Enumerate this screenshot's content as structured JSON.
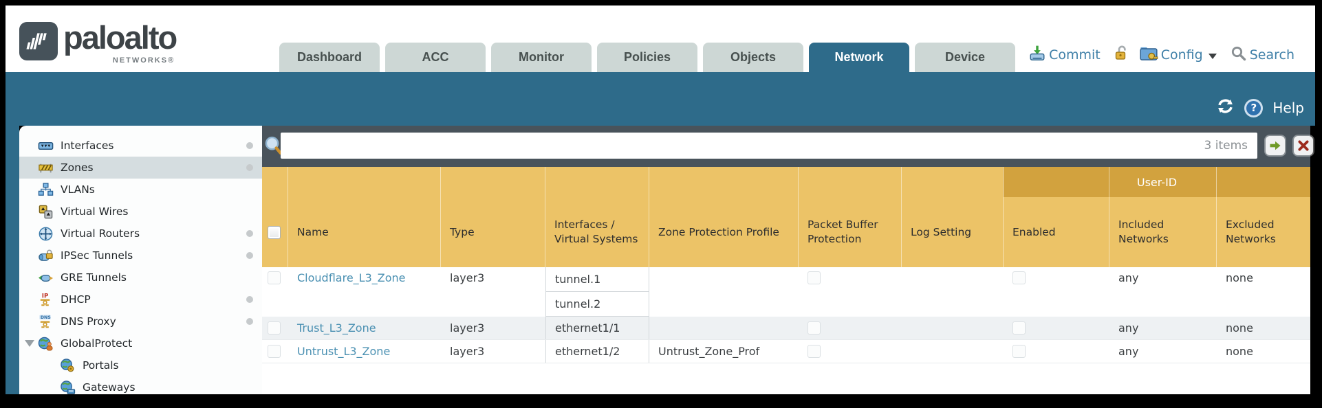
{
  "brand": {
    "name": "paloalto",
    "sub": "NETWORKS®"
  },
  "nav": {
    "tabs": [
      {
        "label": "Dashboard",
        "active": false
      },
      {
        "label": "ACC",
        "active": false
      },
      {
        "label": "Monitor",
        "active": false
      },
      {
        "label": "Policies",
        "active": false
      },
      {
        "label": "Objects",
        "active": false
      },
      {
        "label": "Network",
        "active": true
      },
      {
        "label": "Device",
        "active": false
      }
    ],
    "commit_label": "Commit",
    "config_label": "Config",
    "search_label": "Search"
  },
  "banner": {
    "help_label": "Help",
    "help_glyph": "?"
  },
  "sidebar": {
    "items": [
      {
        "label": "Interfaces",
        "icon": "interfaces-icon",
        "dot": true,
        "selected": false
      },
      {
        "label": "Zones",
        "icon": "zones-icon",
        "dot": true,
        "selected": true
      },
      {
        "label": "VLANs",
        "icon": "vlans-icon",
        "dot": false,
        "selected": false
      },
      {
        "label": "Virtual Wires",
        "icon": "virtual-wires-icon",
        "dot": false,
        "selected": false
      },
      {
        "label": "Virtual Routers",
        "icon": "virtual-routers-icon",
        "dot": true,
        "selected": false
      },
      {
        "label": "IPSec Tunnels",
        "icon": "ipsec-tunnels-icon",
        "dot": true,
        "selected": false
      },
      {
        "label": "GRE Tunnels",
        "icon": "gre-tunnels-icon",
        "dot": false,
        "selected": false
      },
      {
        "label": "DHCP",
        "icon": "dhcp-icon",
        "dot": true,
        "selected": false
      },
      {
        "label": "DNS Proxy",
        "icon": "dns-proxy-icon",
        "dot": true,
        "selected": false
      },
      {
        "label": "GlobalProtect",
        "icon": "globalprotect-icon",
        "dot": false,
        "selected": false,
        "expanded": true
      },
      {
        "label": "Portals",
        "icon": "portals-icon",
        "dot": false,
        "selected": false,
        "indent": 1
      },
      {
        "label": "Gateways",
        "icon": "gateways-icon",
        "dot": false,
        "selected": false,
        "indent": 1
      }
    ]
  },
  "filter": {
    "value": "",
    "count": "3 items"
  },
  "table": {
    "user_id_group_label": "User-ID",
    "columns": {
      "name": "Name",
      "type": "Type",
      "interfaces": "Interfaces / Virtual Systems",
      "zpp": "Zone Protection Profile",
      "pbp": "Packet Buffer Protection",
      "log": "Log Setting",
      "enabled": "Enabled",
      "included": "Included Networks",
      "excluded": "Excluded Networks"
    },
    "rows": [
      {
        "name": "Cloudflare_L3_Zone",
        "type": "layer3",
        "interfaces": [
          "tunnel.1",
          "tunnel.2"
        ],
        "zone_protection_profile": "",
        "packet_buffer_protection": false,
        "log_setting": "",
        "user_id_enabled": false,
        "included_networks": "any",
        "excluded_networks": "none"
      },
      {
        "name": "Trust_L3_Zone",
        "type": "layer3",
        "interfaces": [
          "ethernet1/1"
        ],
        "zone_protection_profile": "",
        "packet_buffer_protection": false,
        "log_setting": "",
        "user_id_enabled": false,
        "included_networks": "any",
        "excluded_networks": "none"
      },
      {
        "name": "Untrust_L3_Zone",
        "type": "layer3",
        "interfaces": [
          "ethernet1/2"
        ],
        "zone_protection_profile": "Untrust_Zone_Prof",
        "packet_buffer_protection": false,
        "log_setting": "",
        "user_id_enabled": false,
        "included_networks": "any",
        "excluded_networks": "none"
      }
    ]
  },
  "colors": {
    "teal": "#2e6b8a",
    "slate": "#49535b",
    "gold": "#ecc367",
    "gold_dark": "#d2a23e",
    "link": "#4a90b2",
    "tab_inactive": "#cdd7d5"
  }
}
